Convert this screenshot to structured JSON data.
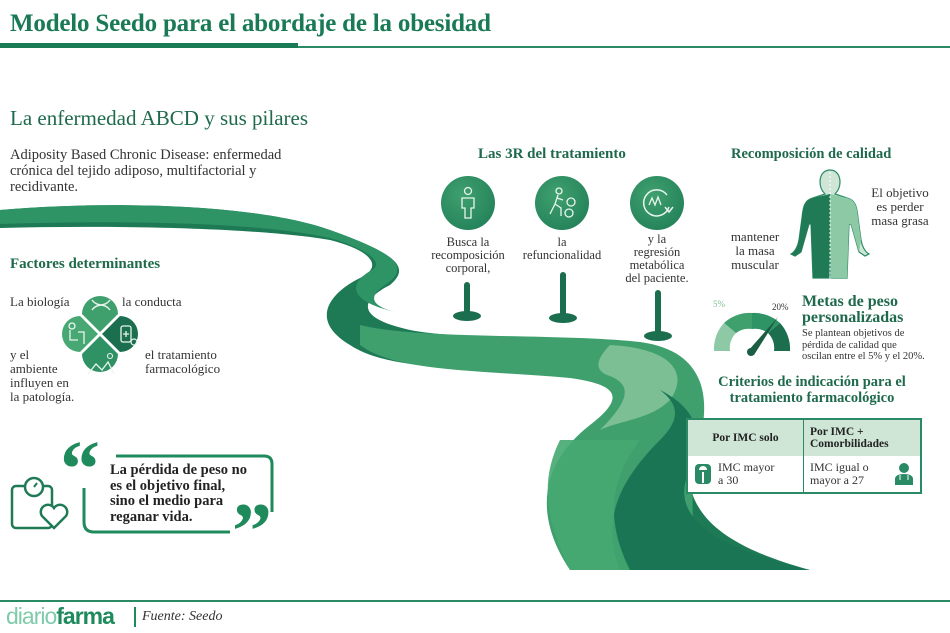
{
  "header": {
    "title": "Modelo Seedo para el abordaje de la obesidad"
  },
  "intro": {
    "subtitle": "La enfermedad ABCD y sus pilares",
    "description": "Adiposity Based Chronic Disease: enfermedad crónica del tejido adiposo, multifactorial y recidivante."
  },
  "factores": {
    "heading": "Factores determinantes",
    "items": [
      {
        "label": "La biología",
        "icon": "dna-icon"
      },
      {
        "label": "la conducta",
        "icon": "person-at-desk-icon"
      },
      {
        "label": "el tratamiento farmacológico",
        "icon": "medicine-bottle-icon"
      },
      {
        "label": "y el ambiente influyen en la patología.",
        "icon": "nature-landscape-icon"
      }
    ],
    "label_lines": {
      "biologia": "La biología",
      "conducta": "la conducta",
      "tratamiento_1": "el tratamiento",
      "tratamiento_2": "farmacológico",
      "ambiente_1": "y el",
      "ambiente_2": "ambiente",
      "ambiente_3": "influyen en",
      "ambiente_4": "la patología."
    }
  },
  "tres_r": {
    "heading": "Las 3R del tratamiento",
    "items": [
      {
        "icon": "person-standing-icon",
        "lines": [
          "Busca la",
          "recomposición",
          "corporal,"
        ]
      },
      {
        "icon": "person-walking-gears-icon",
        "lines": [
          "la",
          "refuncionalidad"
        ]
      },
      {
        "icon": "metabolic-cycle-icon",
        "lines": [
          "y la",
          "regresión",
          "metabólica",
          "del paciente."
        ]
      }
    ]
  },
  "recomposicion": {
    "heading": "Recomposición de calidad",
    "right_lines": [
      "El objetivo",
      "es perder",
      "masa grasa"
    ],
    "left_lines": [
      "mantener",
      "la masa",
      "muscular"
    ]
  },
  "metas": {
    "heading_1": "Metas de peso",
    "heading_2": "personalizadas",
    "gauge_min_label": "5%",
    "gauge_max_label": "20%",
    "text_lines": [
      "Se plantean objetivos de",
      "pérdida de calidad que",
      "oscilan entre el 5% y el 20%."
    ]
  },
  "criterios": {
    "heading_1": "Criterios de indicación para el",
    "heading_2": "tratamiento farmacológico",
    "columns": [
      {
        "header": "Por IMC solo",
        "value_lines": [
          "IMC mayor",
          "a 30"
        ],
        "icon": "scale-icon"
      },
      {
        "header_lines": [
          "Por IMC +",
          "Comorbilidades"
        ],
        "value_lines": [
          "IMC igual o",
          "mayor a 27"
        ],
        "icon": "doctor-icon"
      }
    ]
  },
  "quote": {
    "lines": [
      "La pérdida de peso no",
      "es el objetivo final,",
      "sino el medio para",
      "reganar vida."
    ]
  },
  "footer": {
    "logo_light": "diario",
    "logo_bold": "farma",
    "source": "Fuente: Seedo"
  },
  "colors": {
    "brand_green": "#1a7a55",
    "mid_green": "#3fa06e",
    "light_green": "#7dbf94",
    "dark_green": "#1a6e4e",
    "table_header_bg": "#cfe6d6"
  }
}
